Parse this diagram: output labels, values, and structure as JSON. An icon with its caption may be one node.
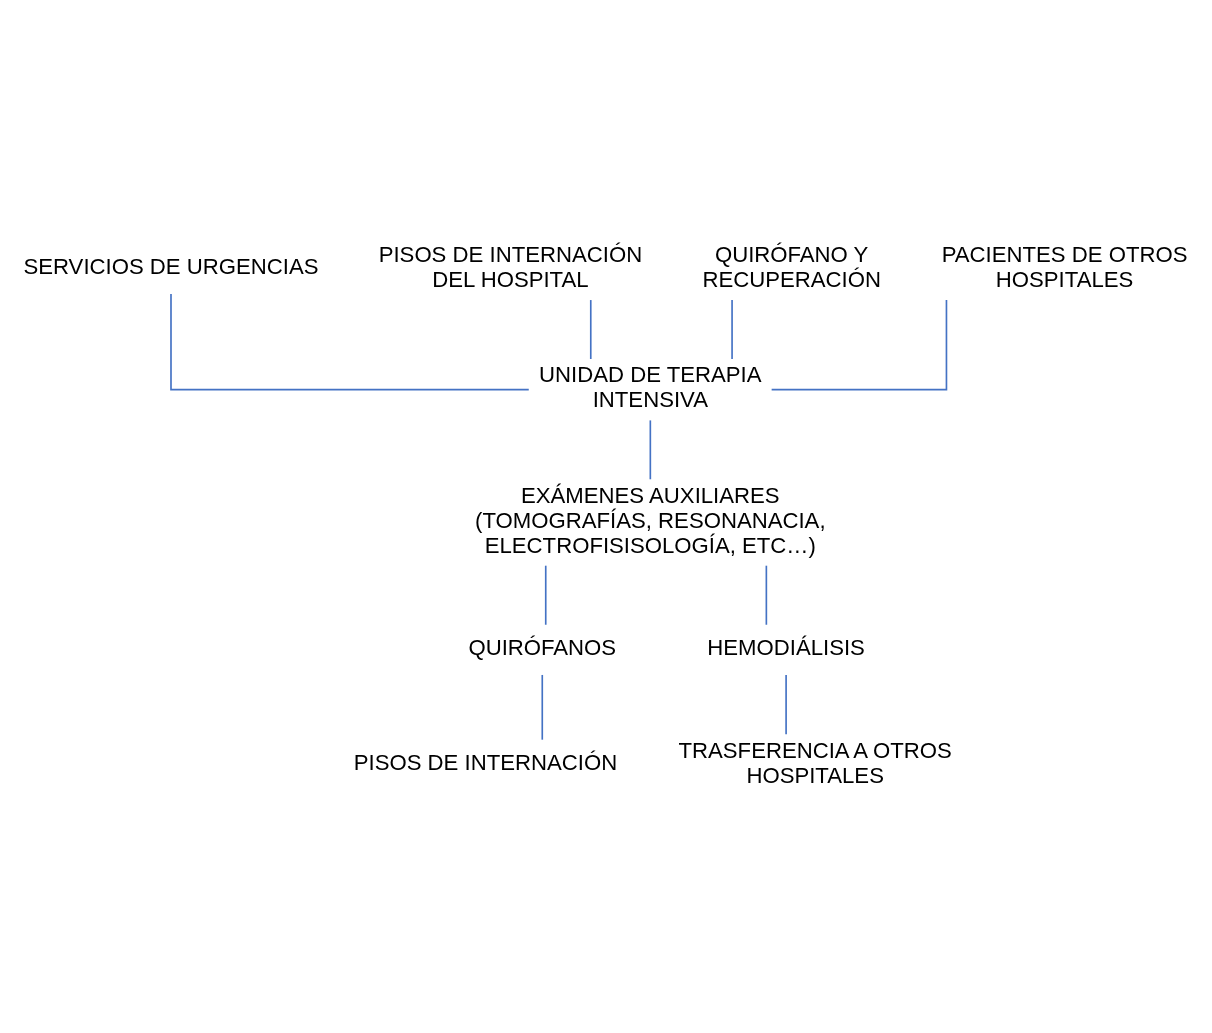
{
  "diagram": {
    "nodes": [
      {
        "text": [
          "SERVICIOS DE URGENCIAS"
        ]
      },
      {
        "text": [
          "PISOS DE INTERNACIÓN DEL HOSPITAL"
        ]
      },
      {
        "text": [
          "QUIRÓFANO Y RECUPERACIÓN"
        ]
      },
      {
        "text": [
          "PACIENTES DE OTROS HOSPITALES"
        ]
      },
      {
        "text": [
          "UNIDAD DE TERAPIA INTENSIVA"
        ]
      },
      {
        "text": [
          "EXÁMENES AUXILIARES",
          "(TOMOGRAFÍAS, RESONANACIA, ELECTROFISISOLOGÍA, ETC…)"
        ]
      },
      {
        "text": [
          "QUIRÓFANOS"
        ]
      },
      {
        "text": [
          "HEMODIÁLISIS"
        ]
      },
      {
        "text": [
          "PISOS DE INTERNACIÓN"
        ]
      },
      {
        "text": [
          "TRASFERENCIA A OTROS HOSPITALES"
        ]
      }
    ],
    "edges": [
      {
        "from": 0,
        "to": 4,
        "arrow": "none"
      },
      {
        "from": 1,
        "to": 4,
        "arrow": "none"
      },
      {
        "from": 2,
        "to": 4,
        "arrow": "none"
      },
      {
        "from": 3,
        "to": 4,
        "arrow": "none"
      },
      {
        "from": 4,
        "to": 5,
        "arrow": "none"
      },
      {
        "from": 5,
        "to": 6,
        "arrow": "none"
      },
      {
        "from": 5,
        "to": 7,
        "arrow": "none"
      },
      {
        "from": 6,
        "to": 8,
        "arrow": "none"
      },
      {
        "from": 7,
        "to": 9,
        "arrow": "none"
      }
    ]
  }
}
